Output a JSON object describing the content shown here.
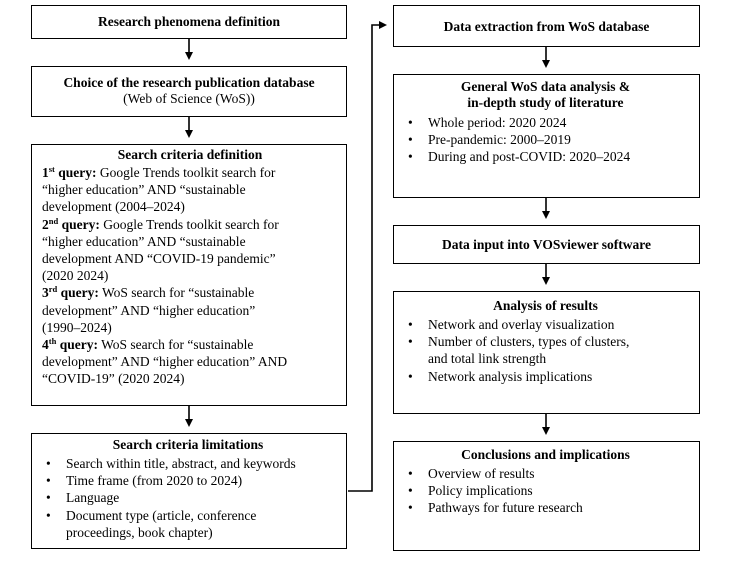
{
  "left": {
    "step1": {
      "title": "Research phenomena definition"
    },
    "step2": {
      "title": "Choice of the research publication database",
      "subtitle": "(Web of Science (WoS))"
    },
    "step3": {
      "title": "Search criteria definition",
      "queries": [
        {
          "num": "1",
          "sup": "st",
          "word": "query:",
          "lines": [
            " Google Trends toolkit search for",
            "“higher education” AND “sustainable",
            "development (2004–2024)"
          ]
        },
        {
          "num": "2",
          "sup": "nd",
          "word": "query:",
          "lines": [
            " Google Trends toolkit search for",
            "“higher education” AND “sustainable",
            "development AND “COVID-19 pandemic”",
            "(2020  2024)"
          ]
        },
        {
          "num": "3",
          "sup": "rd",
          "word": "query:",
          "lines": [
            " WoS search for “sustainable",
            "development” AND “higher education”",
            "(1990–2024)"
          ]
        },
        {
          "num": "4",
          "sup": "th",
          "word": "query:",
          "lines": [
            " WoS search for “sustainable",
            "development” AND “higher education” AND",
            "“COVID-19” (2020  2024)"
          ]
        }
      ]
    },
    "step4": {
      "title": "Search criteria limitations",
      "items": [
        "Search within title, abstract, and keywords",
        "Time frame (from 2020 to 2024)",
        "Language",
        "Document type (article, conference",
        "proceedings, book chapter)"
      ]
    }
  },
  "right": {
    "step5": {
      "title": "Data extraction from WoS database"
    },
    "step6": {
      "title_line1": "General WoS data analysis &",
      "title_line2": "in-depth study of literature",
      "items": [
        "Whole period: 2020  2024",
        "Pre-pandemic: 2000–2019",
        "During and post-COVID: 2020–2024"
      ]
    },
    "step7": {
      "title": "Data input into VOSviewer software"
    },
    "step8": {
      "title": "Analysis of results",
      "items": [
        "Network and overlay visualization",
        "Number of clusters, types of clusters,",
        "Network analysis implications"
      ],
      "item2_cont": "and total link strength"
    },
    "step9": {
      "title": "Conclusions and implications",
      "items": [
        "Overview of results",
        "Policy implications",
        "Pathways for future research"
      ]
    }
  }
}
